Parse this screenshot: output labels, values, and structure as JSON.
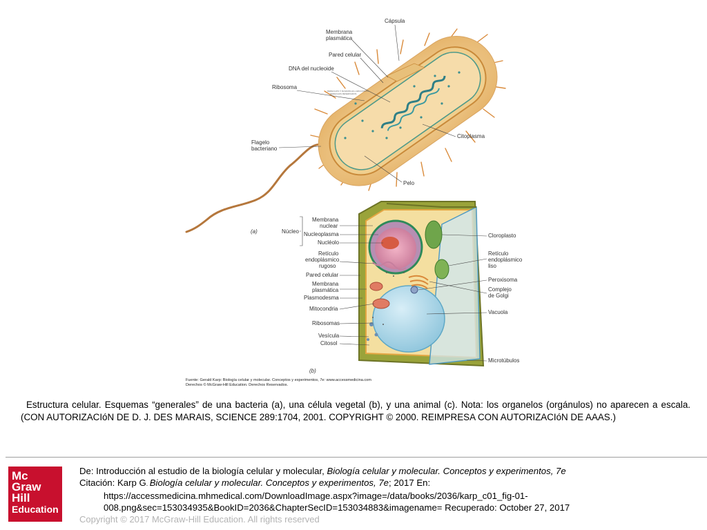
{
  "figure": {
    "bacteria_labels": {
      "capsula": "Cápsula",
      "membrana_plasmatica": [
        "Membrana",
        "plasmática"
      ],
      "pared_celular": "Pared celular",
      "dna_nucleoide": "DNA del nucleoide",
      "ribosoma": "Ribosoma",
      "flagelo": [
        "Flagelo",
        "bacteriano"
      ],
      "citoplasma": "Citoplasma",
      "pelo": "Pelo"
    },
    "panel_a": "(a)",
    "panel_b": "(b)",
    "plant_labels_left": {
      "membrana_nuclear": [
        "Membrana",
        "nuclear"
      ],
      "nucleoplasma": "Nucleoplasma",
      "nucleolo": "Nucléolo",
      "nucleo_group": "Núcleo",
      "reticulo_rugoso": [
        "Retículo",
        "endoplásmico",
        "rugoso"
      ],
      "pared_celular": "Pared celular",
      "membrana_plasmatica": [
        "Membrana",
        "plasmática"
      ],
      "plasmodesma": "Plasmodesma",
      "mitocondria": "Mitocondria",
      "ribosomas": "Ribosomas",
      "vesicula": "Vesícula",
      "citosol": "Citosol"
    },
    "plant_labels_right": {
      "cloroplasto": "Cloroplasto",
      "reticulo_liso": [
        "Retículo",
        "endoplásmico",
        "liso"
      ],
      "peroxisoma": "Peroxisoma",
      "complejo_golgi": [
        "Complejo",
        "de Golgi"
      ],
      "vacuola": "Vacuola",
      "microtubulos": "Microtúbulos"
    },
    "source_line1": "Fuente: Gerald Karp: Biología celular y molecular. Conceptos y experimentos, 7e: www.accessmedicina.com",
    "source_line2": "Derechos © McGraw-Hill Education. Derechos Reservados.",
    "source_a_small": [
      "DERECHOS © McGRAW-HILL EDUCATION.",
      "DERECHOS RESERVADOS"
    ]
  },
  "caption": "Estructura celular. Esquemas “generales” de una bacteria (a), una célula vegetal (b), y una animal (c). Nota: los organelos (orgánulos) no aparecen a escala. (CON AUTORIZACIóN DE D. J. DES MARAIS, SCIENCE 289:1704, 2001. COPYRIGHT © 2000. REIMPRESA CON AUTORIZACIóN DE AAAS.)",
  "logo": {
    "line1": "Mc",
    "line2": "Graw",
    "line3": "Hill",
    "line4": "Education",
    "bg": "#c8102e"
  },
  "citation": {
    "de_prefix": "De: Introducción al estudio de la biología celular y molecular, ",
    "de_book": "Biología celular y molecular. Conceptos y experimentos, 7e",
    "cit_prefix": "Citación: Karp G",
    "cit_sep": ". ",
    "cit_book": "Biología celular y molecular. Conceptos y experimentos, 7e",
    "cit_suffix": "; 2017 En:",
    "url_line1": "https://accessmedicina.mhmedical.com/DownloadImage.aspx?image=/data/books/2036/karp_c01_fig-01-",
    "url_line2": "008.png&sec=153034935&BookID=2036&ChapterSecID=153034883&imagename= Recuperado: October 27, 2017"
  },
  "copyright": "Copyright © 2017 McGraw-Hill Education. All rights reserved"
}
